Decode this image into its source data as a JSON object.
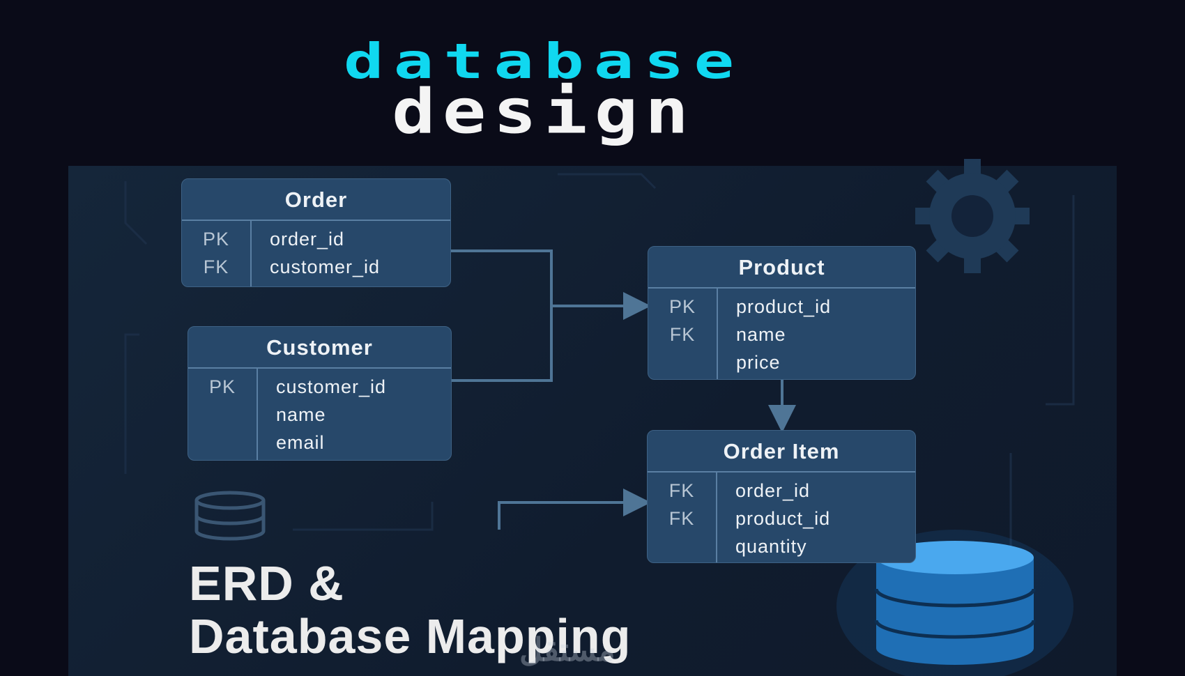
{
  "title": {
    "line1": "database",
    "line2": "design"
  },
  "tables": [
    {
      "name": "Order",
      "rows": [
        {
          "key": "PK",
          "col": "order_id"
        },
        {
          "key": "FK",
          "col": "customer_id"
        }
      ]
    },
    {
      "name": "Customer",
      "rows": [
        {
          "key": "PK",
          "col": "customer_id"
        },
        {
          "key": "",
          "col": "name"
        },
        {
          "key": "",
          "col": "email"
        }
      ]
    },
    {
      "name": "Product",
      "rows": [
        {
          "key": "PK",
          "col": "product_id"
        },
        {
          "key": "FK",
          "col": "name"
        },
        {
          "key": "",
          "col": "price"
        }
      ]
    },
    {
      "name": "Order Item",
      "rows": [
        {
          "key": "FK",
          "col": "order_id"
        },
        {
          "key": "FK",
          "col": "product_id"
        },
        {
          "key": "",
          "col": "quantity"
        }
      ]
    }
  ],
  "caption": {
    "line1": "ERD &",
    "line2": "Database Mapping"
  },
  "watermark": "مستقل",
  "icons": [
    "gear-icon",
    "database-icon"
  ],
  "colors": {
    "accent": "#10d8f0",
    "table": "#27486a",
    "background": "#0a0b18"
  }
}
